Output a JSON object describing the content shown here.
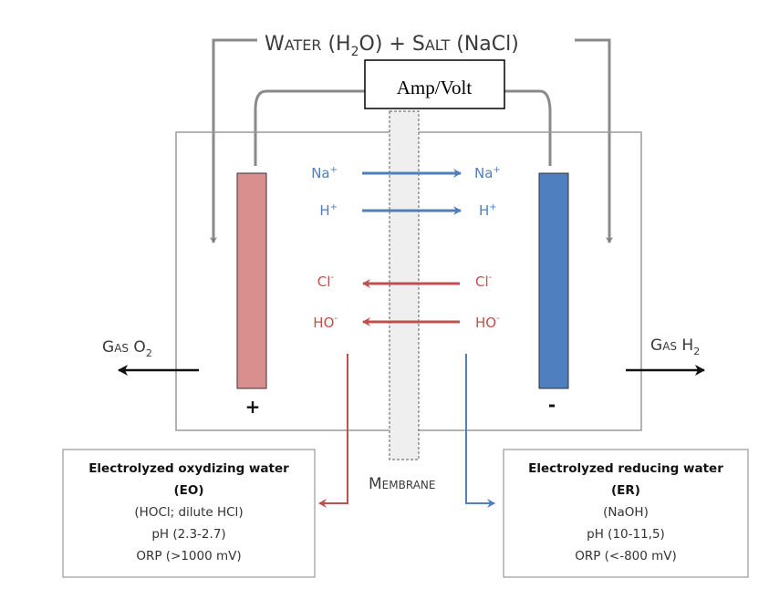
{
  "title": {
    "part1_big": "W",
    "part1_small": "ATER",
    "part2": " (H",
    "part2_sub": "2",
    "part3": "O) + ",
    "part4_big": "S",
    "part4_small": "ALT",
    "part5": " (NaCl)"
  },
  "amp_volt_label": "Amp/Volt",
  "ions": {
    "cations": [
      {
        "left": "Na",
        "left_sup": "+",
        "right": "Na",
        "right_sup": "+"
      },
      {
        "left": "H",
        "left_sup": "+",
        "right": "H",
        "right_sup": "+"
      }
    ],
    "anions": [
      {
        "left": "Cl",
        "left_sup": "-",
        "right": "Cl",
        "right_sup": "-"
      },
      {
        "left": "HO",
        "left_sup": "-",
        "right": "HO",
        "right_sup": "-"
      }
    ]
  },
  "electrodes": {
    "anode_sign": "+",
    "cathode_sign": "-"
  },
  "gas": {
    "left_big": "G",
    "left_small": "AS",
    "left_species": " O",
    "left_sub": "2",
    "right_big": "G",
    "right_small": "AS",
    "right_species": " H",
    "right_sub": "2"
  },
  "membrane_label": {
    "big": "M",
    "small": "EMBRANE"
  },
  "eo_box": {
    "title": "Electrolyzed oxydizing water",
    "abbr": "(EO)",
    "composition": "(HOCl; dilute HCl)",
    "ph": "pH (2.3-2.7)",
    "orp": "ORP (>1000 mV)"
  },
  "er_box": {
    "title": "Electrolyzed reducing water",
    "abbr": "(ER)",
    "composition": "(NaOH)",
    "ph": "pH (10-11,5)",
    "orp": "ORP (<-800 mV)"
  },
  "colors": {
    "anode": "#d98f8d",
    "cathode": "#4f7fbf",
    "cation_arrow": "#4f7fbf",
    "anion_arrow": "#c0504d",
    "membrane": "#efefef"
  }
}
